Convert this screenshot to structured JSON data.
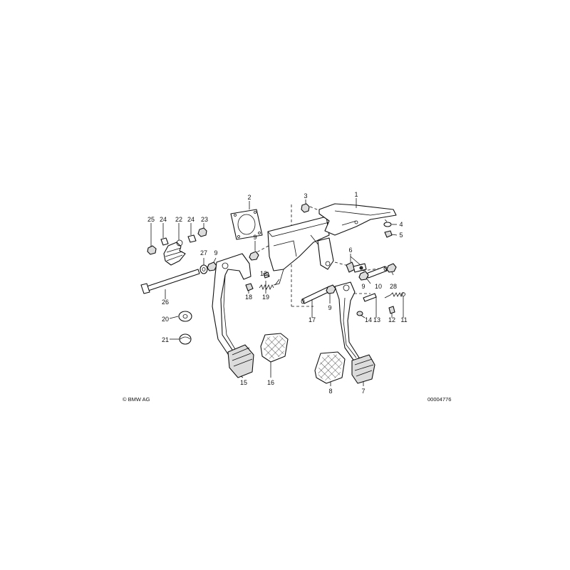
{
  "copyright": "© BMW AG",
  "diagram_id": "00004776",
  "callouts": [
    {
      "id": "c1",
      "text": "1"
    },
    {
      "id": "c2",
      "text": "2"
    },
    {
      "id": "c3",
      "text": "3"
    },
    {
      "id": "c4",
      "text": "4"
    },
    {
      "id": "c5",
      "text": "5"
    },
    {
      "id": "c6",
      "text": "6"
    },
    {
      "id": "c7",
      "text": "7"
    },
    {
      "id": "c8",
      "text": "8"
    },
    {
      "id": "c9a",
      "text": "9"
    },
    {
      "id": "c9b",
      "text": "9"
    },
    {
      "id": "c9c",
      "text": "9"
    },
    {
      "id": "c9d",
      "text": "9"
    },
    {
      "id": "c10",
      "text": "10"
    },
    {
      "id": "c11",
      "text": "11"
    },
    {
      "id": "c12a",
      "text": "12"
    },
    {
      "id": "c12b",
      "text": "12"
    },
    {
      "id": "c13",
      "text": "13"
    },
    {
      "id": "c14",
      "text": "14"
    },
    {
      "id": "c15",
      "text": "15"
    },
    {
      "id": "c16",
      "text": "16"
    },
    {
      "id": "c17",
      "text": "17"
    },
    {
      "id": "c18",
      "text": "18"
    },
    {
      "id": "c19",
      "text": "19"
    },
    {
      "id": "c20",
      "text": "20"
    },
    {
      "id": "c21",
      "text": "21"
    },
    {
      "id": "c22",
      "text": "22"
    },
    {
      "id": "c23",
      "text": "23"
    },
    {
      "id": "c24a",
      "text": "24"
    },
    {
      "id": "c24b",
      "text": "24"
    },
    {
      "id": "c25",
      "text": "25"
    },
    {
      "id": "c26",
      "text": "26"
    },
    {
      "id": "c27",
      "text": "27"
    },
    {
      "id": "c28",
      "text": "28"
    }
  ]
}
